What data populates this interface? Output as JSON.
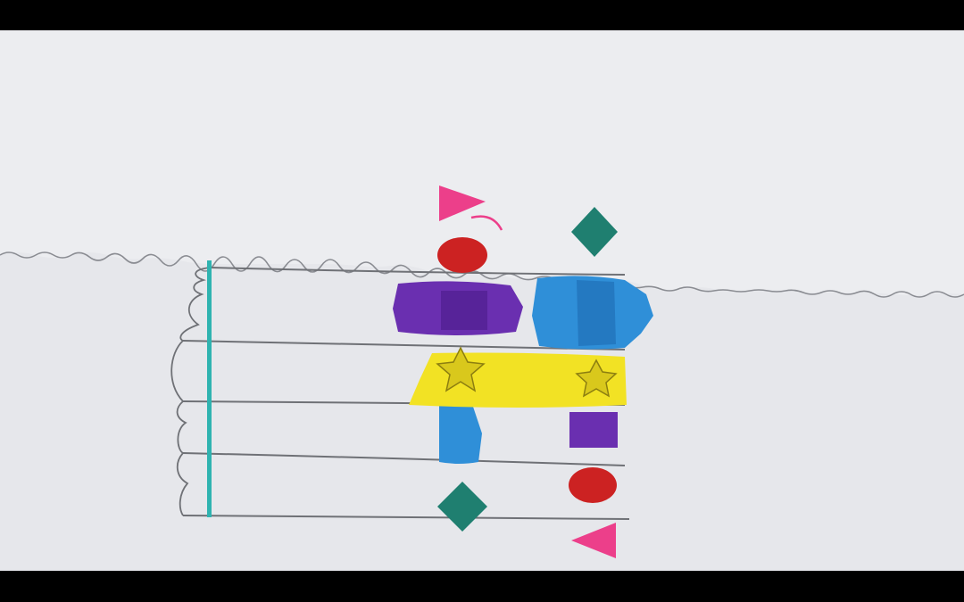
{
  "scene": {
    "description_tag": "hand-drawn-colored-score",
    "colors": {
      "letterbox": "#000000",
      "paper": "#ecedf0",
      "paper_shade": "#e3e4e8",
      "staff_line": "#6f7176",
      "bar_line": "#2fb3b0",
      "purple": "#6a2fb0",
      "blue": "#2f8fd8",
      "yellow": "#f2e224",
      "red": "#cc2222",
      "teal": "#1f7f70",
      "pink": "#ec3f8a"
    },
    "shapes": [
      "pink-triangle",
      "red-circle",
      "teal-diamond",
      "purple-rectangle",
      "blue-rectangle",
      "yellow-band",
      "star",
      "blue-column",
      "purple-square",
      "red-circle",
      "teal-diamond",
      "pink-triangle"
    ]
  }
}
